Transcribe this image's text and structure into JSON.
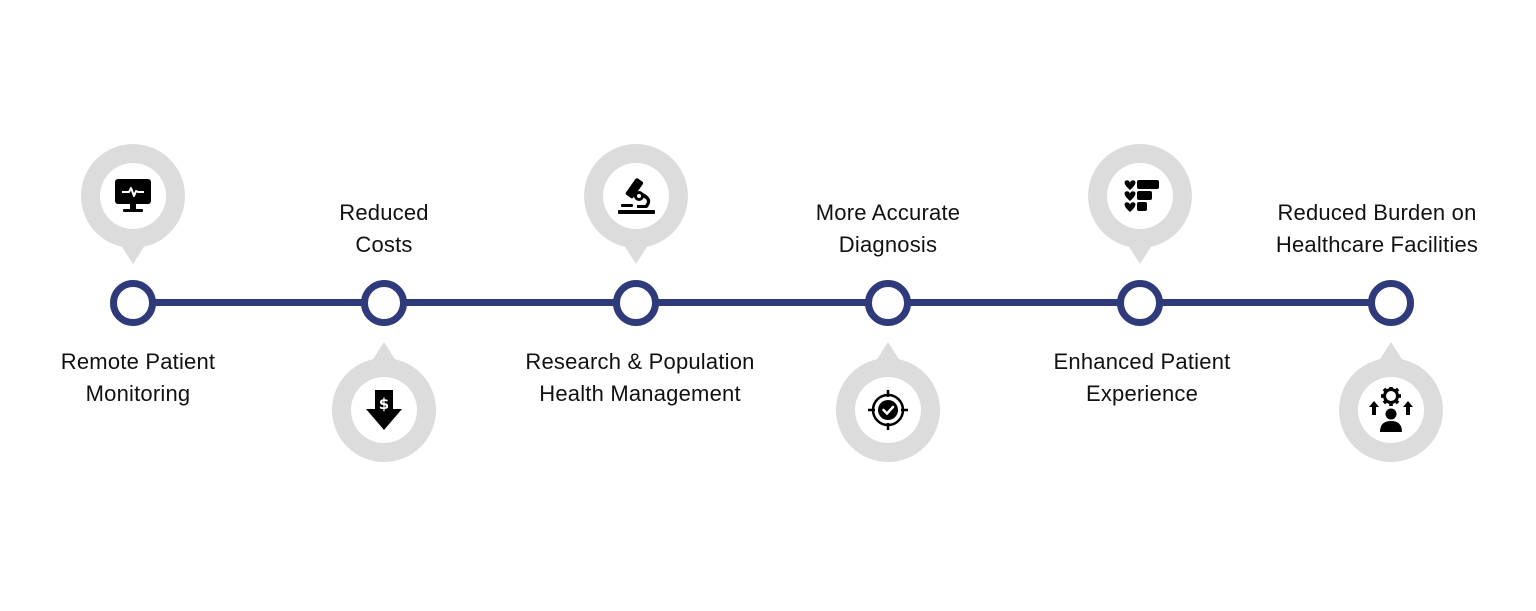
{
  "diagram": {
    "type": "horizontal-timeline",
    "colors": {
      "line": "#2e3a7a",
      "pin": "#dcdcdc",
      "icon": "#000000",
      "text": "#111111",
      "background": "#ffffff"
    },
    "steps": [
      {
        "index": 1,
        "title_lines": [
          "Remote Patient",
          "Monitoring"
        ],
        "label_position": "below",
        "icon": "monitor-heartbeat-icon",
        "icon_position": "above"
      },
      {
        "index": 2,
        "title_lines": [
          "Reduced",
          "Costs"
        ],
        "label_position": "above",
        "icon": "dollar-down-arrow-icon",
        "icon_position": "below"
      },
      {
        "index": 3,
        "title_lines": [
          "Research & Population",
          "Health Management"
        ],
        "label_position": "below",
        "icon": "microscope-icon",
        "icon_position": "above"
      },
      {
        "index": 4,
        "title_lines": [
          "More Accurate",
          "Diagnosis"
        ],
        "label_position": "above",
        "icon": "target-check-icon",
        "icon_position": "below"
      },
      {
        "index": 5,
        "title_lines": [
          "Enhanced Patient",
          "Experience"
        ],
        "label_position": "below",
        "icon": "heart-rating-list-icon",
        "icon_position": "above"
      },
      {
        "index": 6,
        "title_lines": [
          "Reduced Burden on",
          "Healthcare Facilities"
        ],
        "label_position": "above",
        "icon": "person-gear-arrows-icon",
        "icon_position": "below"
      }
    ]
  }
}
